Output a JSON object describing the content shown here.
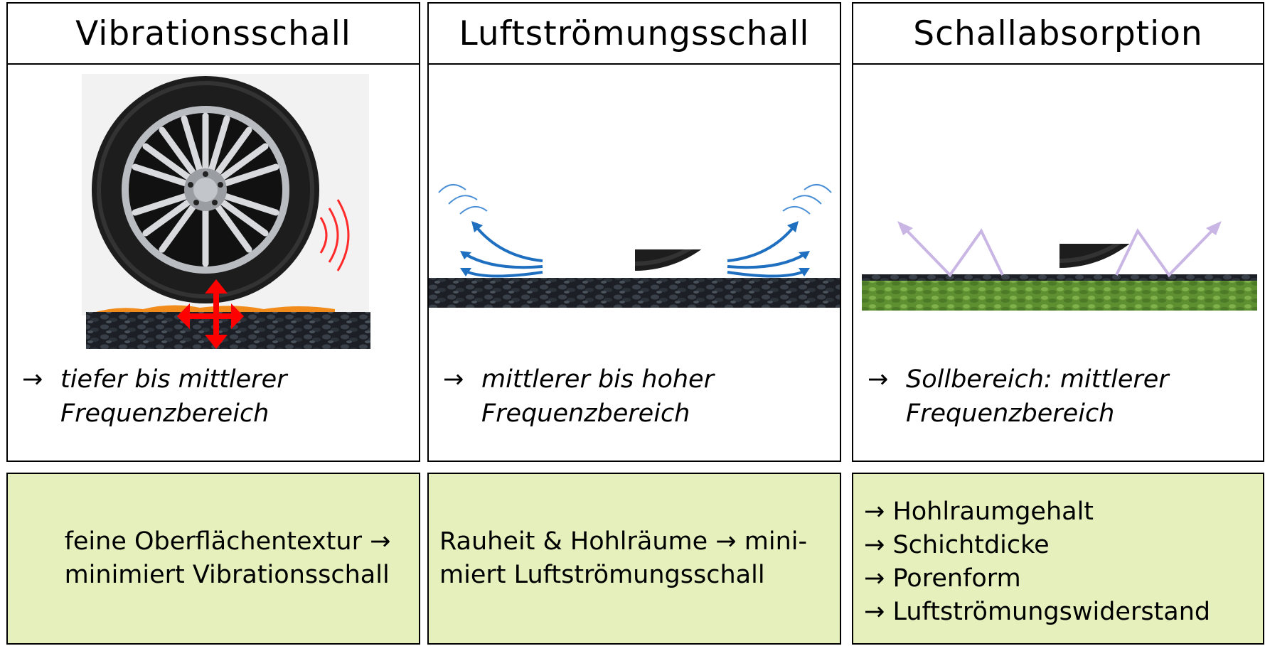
{
  "panels": [
    {
      "title": "Vibrationsschall",
      "arrow": "→",
      "desc_line1": "tiefer bis mittlerer",
      "desc_line2": "Frequenzbereich"
    },
    {
      "title": "Luftströmungsschall",
      "arrow": "→",
      "desc_line1": "mittlerer bis hoher",
      "desc_line2": "Frequenzbereich"
    },
    {
      "title": "Schallabsorption",
      "arrow": "→",
      "desc_line1_em": "Sollbereich",
      "desc_line1_rest": ": mittlerer",
      "desc_line2": "Frequenzbereich"
    }
  ],
  "boxes": [
    {
      "line1": "feine Oberflächentextur →",
      "line2": "minimiert Vibrationsschall"
    },
    {
      "line1": "Rauheit & Hohlräume → mini-",
      "line2": "miert Luftströmungsschall"
    },
    {
      "items": [
        "→ Hohlraumgehalt",
        "→ Schichtdicke",
        "→ Porenform",
        "→ Luftströmungswiderstand"
      ]
    }
  ],
  "colors": {
    "box_fill": "#e6f0bd",
    "vibration_arrow": "#ff0000",
    "airflow_arrow": "#1f6fc0",
    "absorption_arrow": "#c9b6e4",
    "grass": "#6a9a3a",
    "asphalt": "#1c2026"
  },
  "icons": [
    "tire-icon",
    "double-arrow-icon",
    "sound-wave-icon",
    "airflow-arrow-icon",
    "reflection-arrow-icon"
  ]
}
